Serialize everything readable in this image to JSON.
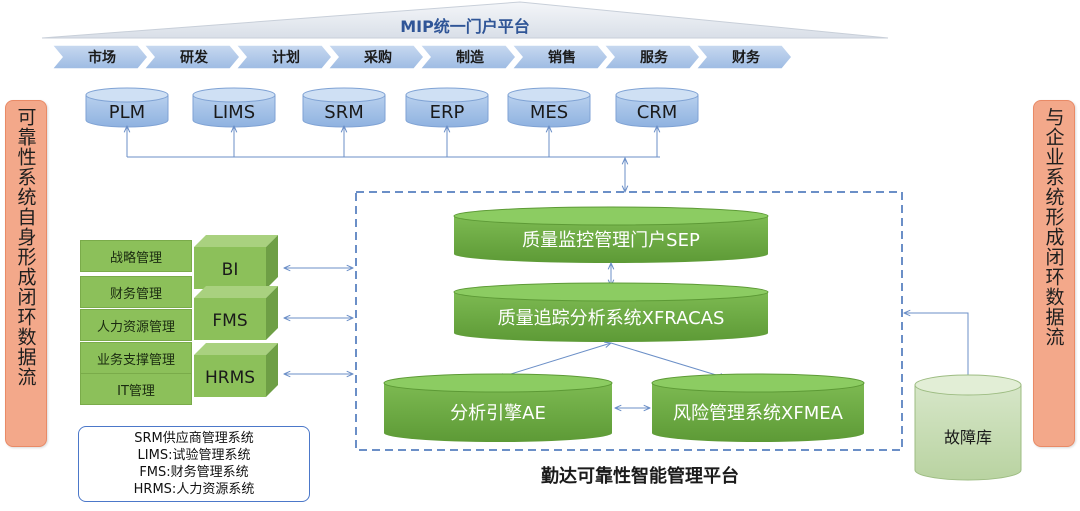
{
  "portal": {
    "title": "MIP统一门户平台",
    "tabs": [
      "市场",
      "研发",
      "计划",
      "采购",
      "制造",
      "销售",
      "服务",
      "财务"
    ]
  },
  "systems": [
    "PLM",
    "LIMS",
    "SRM",
    "ERP",
    "MES",
    "CRM"
  ],
  "left_banner": "可靠性系统自身形成闭环数据流",
  "right_banner": "与企业系统形成闭环数据流",
  "business": {
    "layers": [
      "战略管理",
      "财务管理",
      "人力资源管理",
      "业务支撑管理",
      "IT管理"
    ],
    "blocks": [
      "BI",
      "FMS",
      "HRMS"
    ]
  },
  "legend": [
    "SRM供应商管理系统",
    "LIMS:试验管理系统",
    "FMS:财务管理系统",
    "HRMS:人力资源系统"
  ],
  "platform": {
    "title": "勤达可靠性智能管理平台",
    "sep": "质量监控管理门户SEP",
    "xfracas": "质量追踪分析系统XFRACAS",
    "ae": "分析引擎AE",
    "xfmea": "风险管理系统XFMEA"
  },
  "fault_db": "故障库",
  "colors": {
    "accent_blue": "#2f5597",
    "cylinder_blue": "#a8c4e8",
    "green": "#6fad47",
    "orange": "#f3a88a"
  }
}
